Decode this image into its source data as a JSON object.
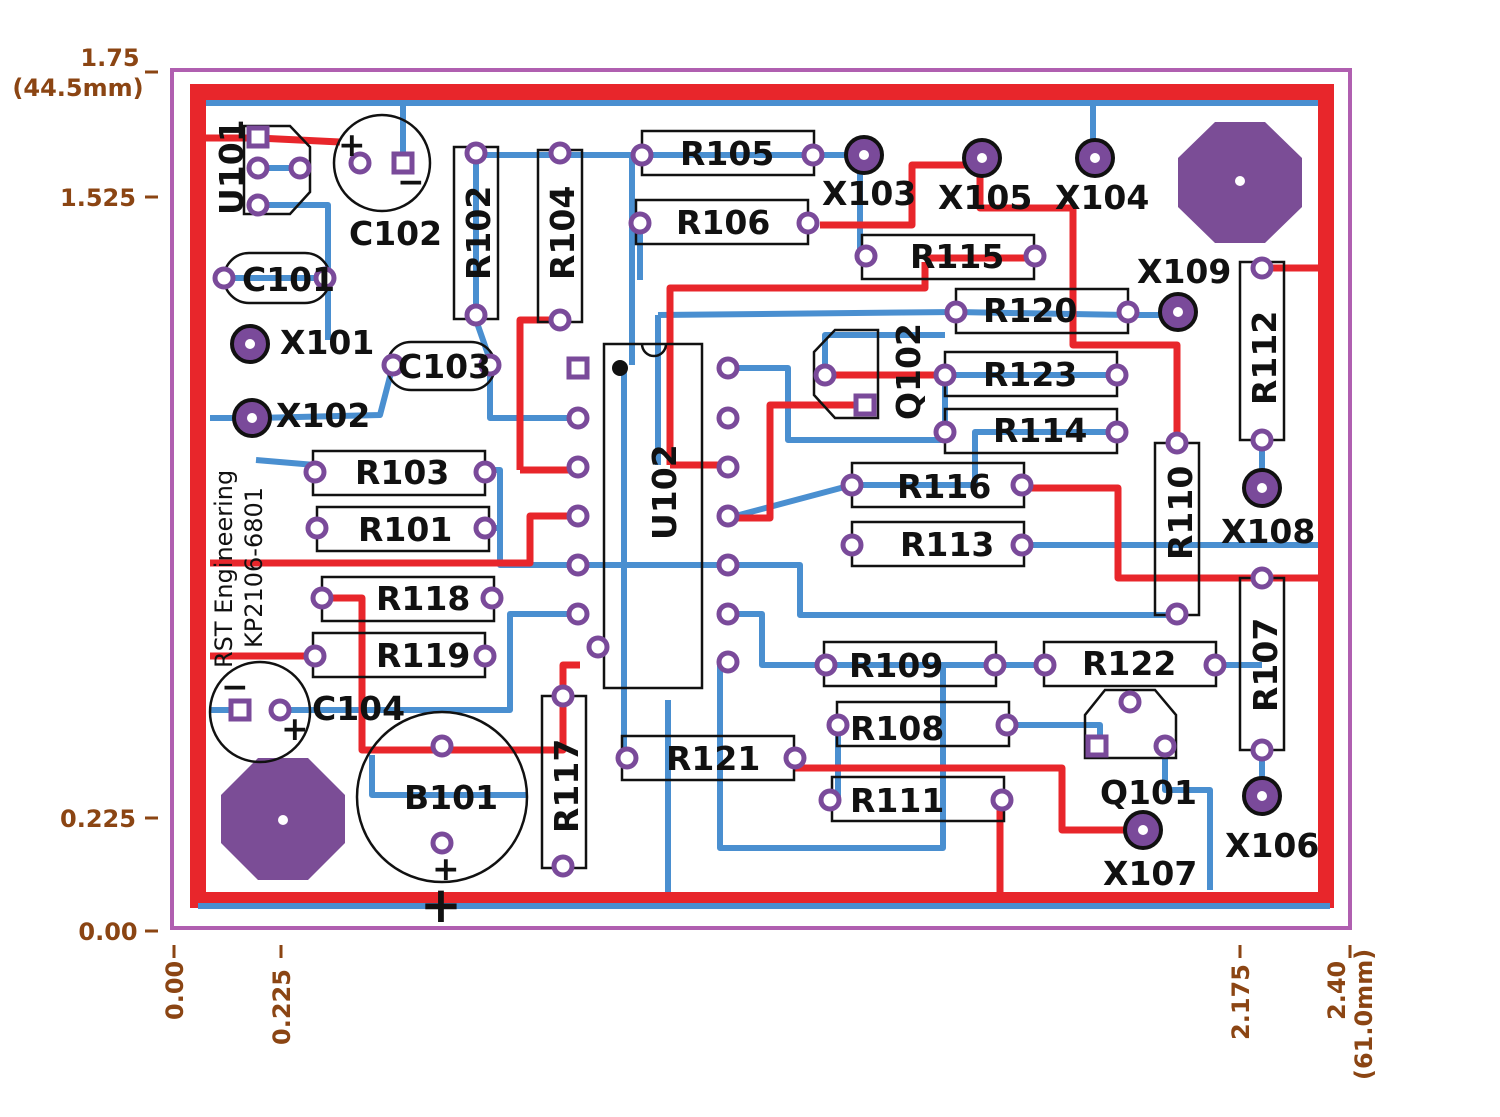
{
  "colors": {
    "outline": "#b05fb0",
    "top_copper": "#e8262b",
    "bottom_copper": "#4a8fd0",
    "pad": "#7a4a9a",
    "mount": "#7b4d96",
    "dimension": "#8b4513",
    "silkscreen": "#111111"
  },
  "dimensions": {
    "y_top": "1.75",
    "y_top_mm": "(44.5mm)",
    "y_1525": "1.525",
    "y_0225": "0.225",
    "y_0": "0.00",
    "x_0": "0.00",
    "x_0225": "0.225",
    "x_2175": "2.175",
    "x_240": "2.40",
    "x_240_mm": "(61.0mm)"
  },
  "board_text": {
    "line1": "RST Engineering",
    "line2": "KP2106-6801"
  },
  "components": {
    "U101": "U101",
    "C102": "C102",
    "C101": "C101",
    "X101": "X101",
    "C103": "C103",
    "X102": "X102",
    "R102": "R102",
    "R104": "R104",
    "R105": "R105",
    "R106": "R106",
    "X103": "X103",
    "X105": "X105",
    "X104": "X104",
    "R115": "R115",
    "X109": "X109",
    "R120": "R120",
    "R112": "R112",
    "Q102": "Q102",
    "R123": "R123",
    "R114": "R114",
    "R103": "R103",
    "R101": "R101",
    "U102": "U102",
    "R116": "R116",
    "R113": "R113",
    "R110": "R110",
    "X108": "X108",
    "R118": "R118",
    "R119": "R119",
    "R109": "R109",
    "R122": "R122",
    "R107": "R107",
    "C104": "C104",
    "R108": "R108",
    "R121": "R121",
    "R111": "R111",
    "Q101": "Q101",
    "X106": "X106",
    "B101": "B101",
    "R117": "R117",
    "X107": "X107"
  },
  "polarity": {
    "plus": "+",
    "minus": "−",
    "big_plus": "+"
  }
}
